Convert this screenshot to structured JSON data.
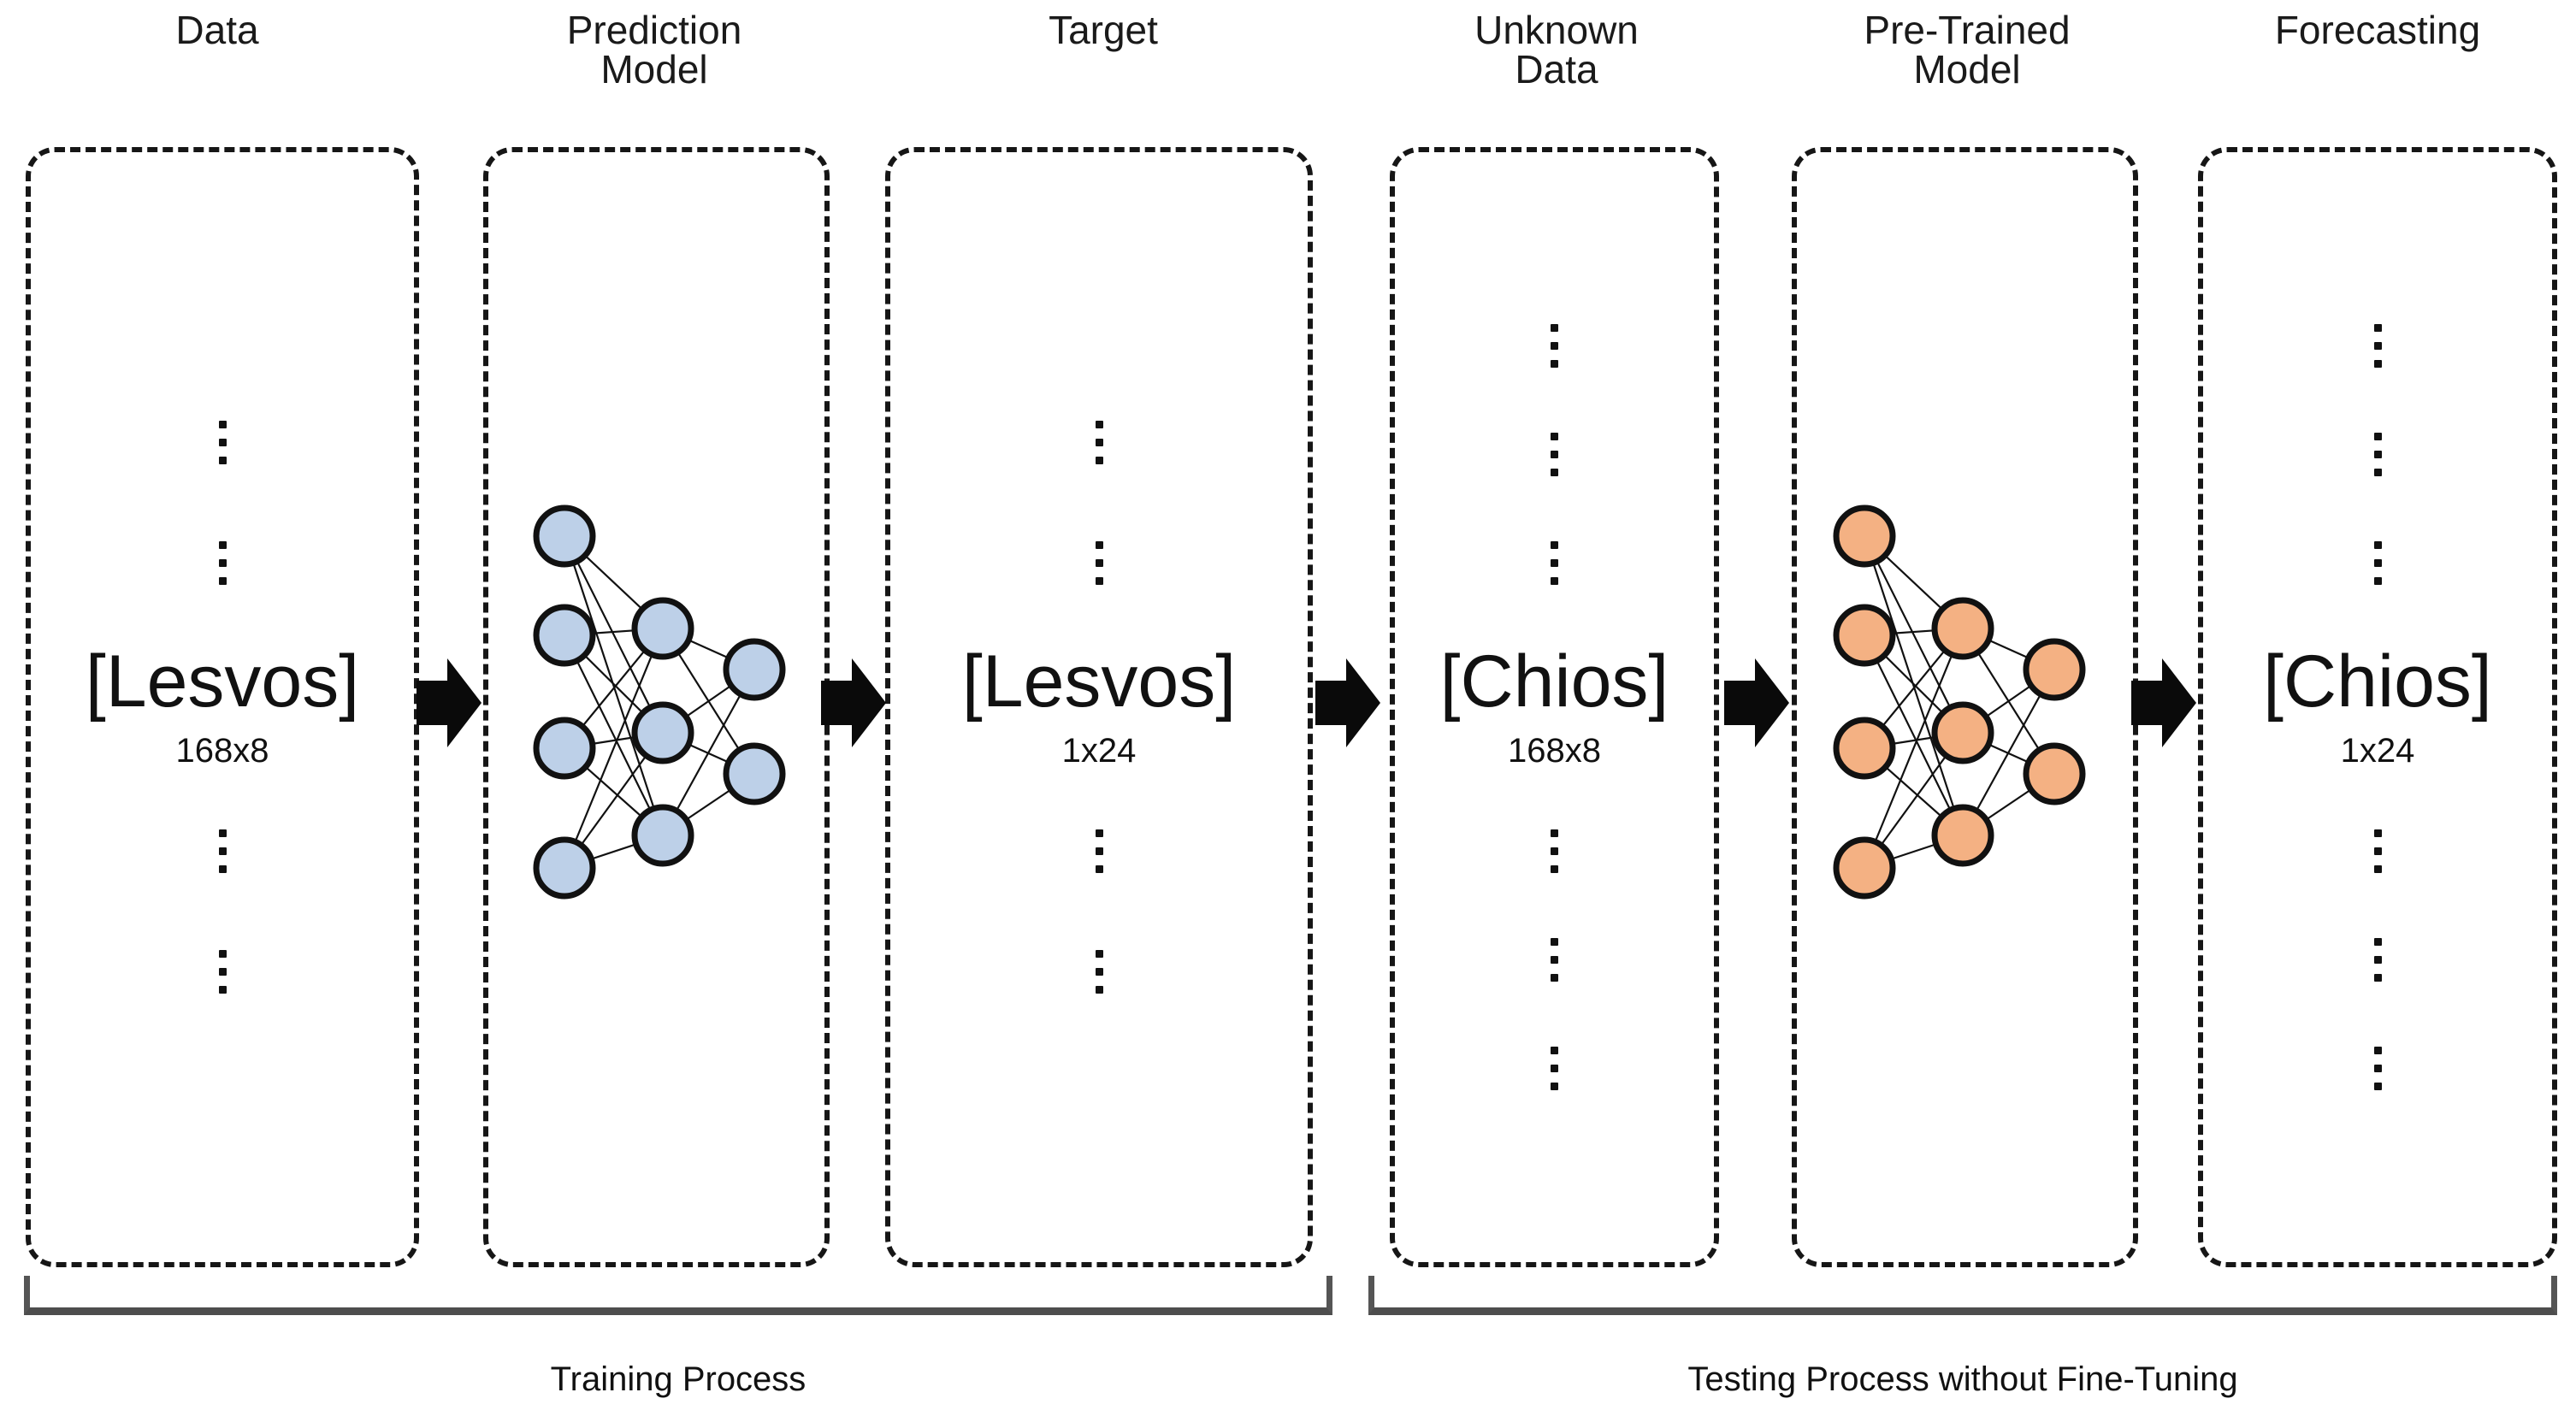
{
  "figure": {
    "type": "flow-diagram",
    "title": "Transfer-learning pipeline: training on Lesvos, testing on Chios without fine-tuning",
    "palette": {
      "node_blue": "#BDD0E8",
      "node_orange": "#F4B183",
      "node_stroke": "#111111",
      "box_stroke": "#161616",
      "bracket": "#4D4D4D",
      "background": "#FFFFFF"
    }
  },
  "columns": [
    {
      "id": "data",
      "header": "Data",
      "kind": "dataset",
      "dataset_name": "[Lesvos]",
      "dimensions": "168x8",
      "ellipses_above": 2,
      "ellipses_below": 2
    },
    {
      "id": "prediction-model",
      "header": "Prediction\nModel",
      "kind": "network",
      "network": {
        "color": "#BDD0E8",
        "layers": [
          4,
          3,
          2
        ]
      }
    },
    {
      "id": "target",
      "header": "Target",
      "kind": "dataset",
      "dataset_name": "[Lesvos]",
      "dimensions": "1x24",
      "ellipses_above": 2,
      "ellipses_below": 2
    },
    {
      "id": "unknown-data",
      "header": "Unknown\nData",
      "kind": "dataset",
      "dataset_name": "[Chios]",
      "dimensions": "168x8",
      "ellipses_above": 3,
      "ellipses_below": 3
    },
    {
      "id": "pre-trained-model",
      "header": "Pre-Trained\nModel",
      "kind": "network",
      "network": {
        "color": "#F4B183",
        "layers": [
          4,
          3,
          2
        ]
      }
    },
    {
      "id": "forecasting",
      "header": "Forecasting",
      "kind": "dataset",
      "dataset_name": "[Chios]",
      "dimensions": "1x24",
      "ellipses_above": 3,
      "ellipses_below": 3
    }
  ],
  "arrows": [
    {
      "id": "arrow-data-to-model",
      "glyph": "block-right-arrow"
    },
    {
      "id": "arrow-model-to-target",
      "glyph": "block-right-arrow"
    },
    {
      "id": "arrow-target-to-unknown",
      "glyph": "block-right-arrow"
    },
    {
      "id": "arrow-unknown-to-pretrained",
      "glyph": "block-right-arrow"
    },
    {
      "id": "arrow-pretrained-to-forecasting",
      "glyph": "block-right-arrow"
    }
  ],
  "processes": [
    {
      "id": "training-process",
      "label": "Training Process"
    },
    {
      "id": "testing-process",
      "label": "Testing Process without Fine-Tuning"
    }
  ]
}
